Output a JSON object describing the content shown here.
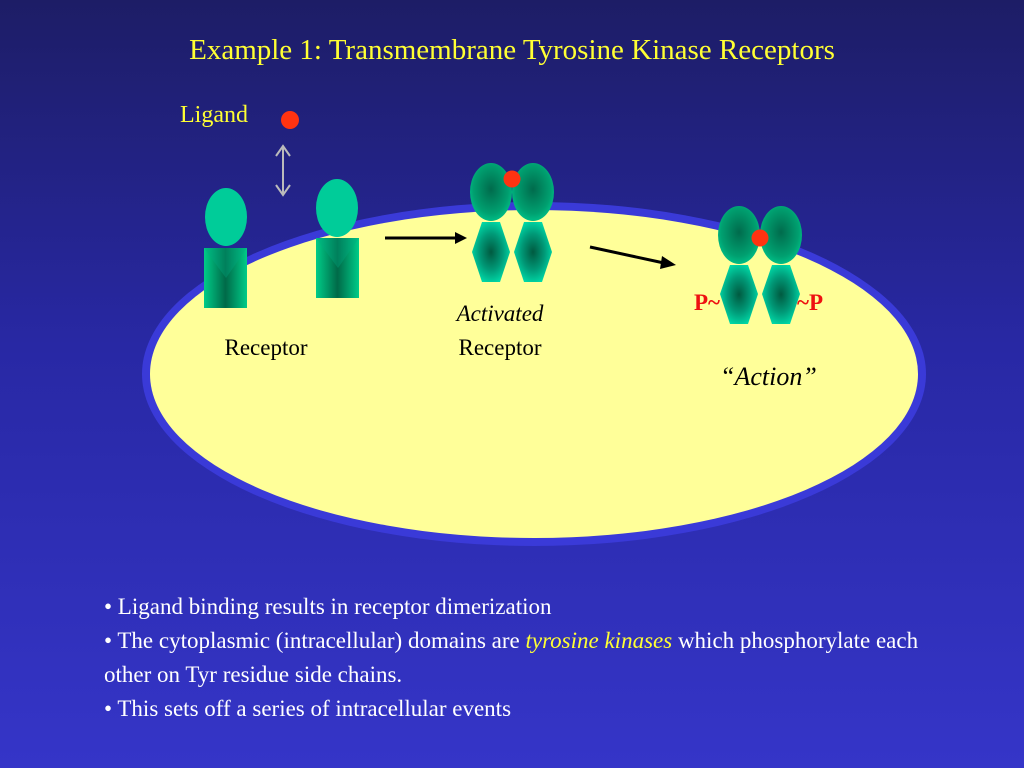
{
  "title": "Example 1: Transmembrane Tyrosine Kinase Receptors",
  "diagram": {
    "ligand_label": "Ligand",
    "receptor_label": "Receptor",
    "activated_label_line1": "Activated",
    "activated_label_line2": "Receptor",
    "phospho_left": "P~",
    "phospho_right": "~P",
    "action_label": "“Action”"
  },
  "bullets": {
    "b1": "• Ligand binding results in receptor dimerization",
    "b2_pre": "• The cytoplasmic (intracellular) domains are ",
    "b2_em": "tyrosine kinases",
    "b2_post": " which phosphorylate each other on Tyr residue side chains.",
    "b3": "• This sets off a series of intracellular events"
  },
  "colors": {
    "title": "#ffff33",
    "cell_fill": "#ffff99",
    "cell_rim": "#3a3ad8",
    "receptor_head": "#00cc99",
    "receptor_body": "#007a55",
    "ligand": "#ff3311",
    "phosphate": "#ee1111"
  },
  "icons": [
    "ligand-dot-icon",
    "double-arrow-icon",
    "right-arrow-icon"
  ]
}
